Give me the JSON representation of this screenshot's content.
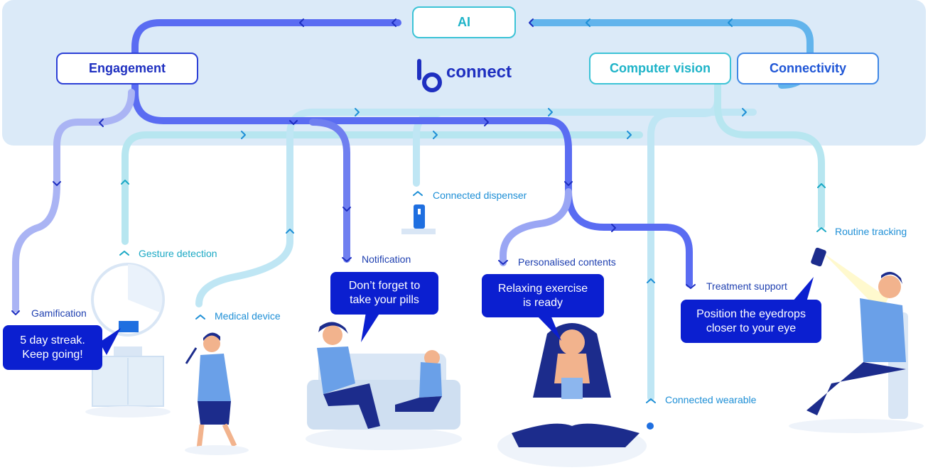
{
  "brand": {
    "logo_text": "connect"
  },
  "nodes": {
    "ai": "AI",
    "engagement": "Engagement",
    "computer_vision": "Computer vision",
    "connectivity": "Connectivity"
  },
  "features": {
    "gamification": "Gamification",
    "gesture_detection": "Gesture detection",
    "medical_device": "Medical device",
    "notification": "Notification",
    "connected_dispenser": "Connected dispenser",
    "personalised_contents": "Personalised contents",
    "treatment_support": "Treatment support",
    "routine_tracking": "Routine tracking",
    "connected_wearable": "Connected wearable"
  },
  "bubbles": {
    "gamification": "5 day streak.\nKeep going!",
    "notification": "Don’t forget to\ntake your pills",
    "personalised": "Relaxing exercise\nis ready",
    "treatment": "Position the eyedrops\ncloser to your eye"
  },
  "colors": {
    "band": "#dbeaf8",
    "engagement_flow": "#4a5cf0",
    "data_flow": "#8fdcea",
    "bubble": "#0b1fd0"
  }
}
